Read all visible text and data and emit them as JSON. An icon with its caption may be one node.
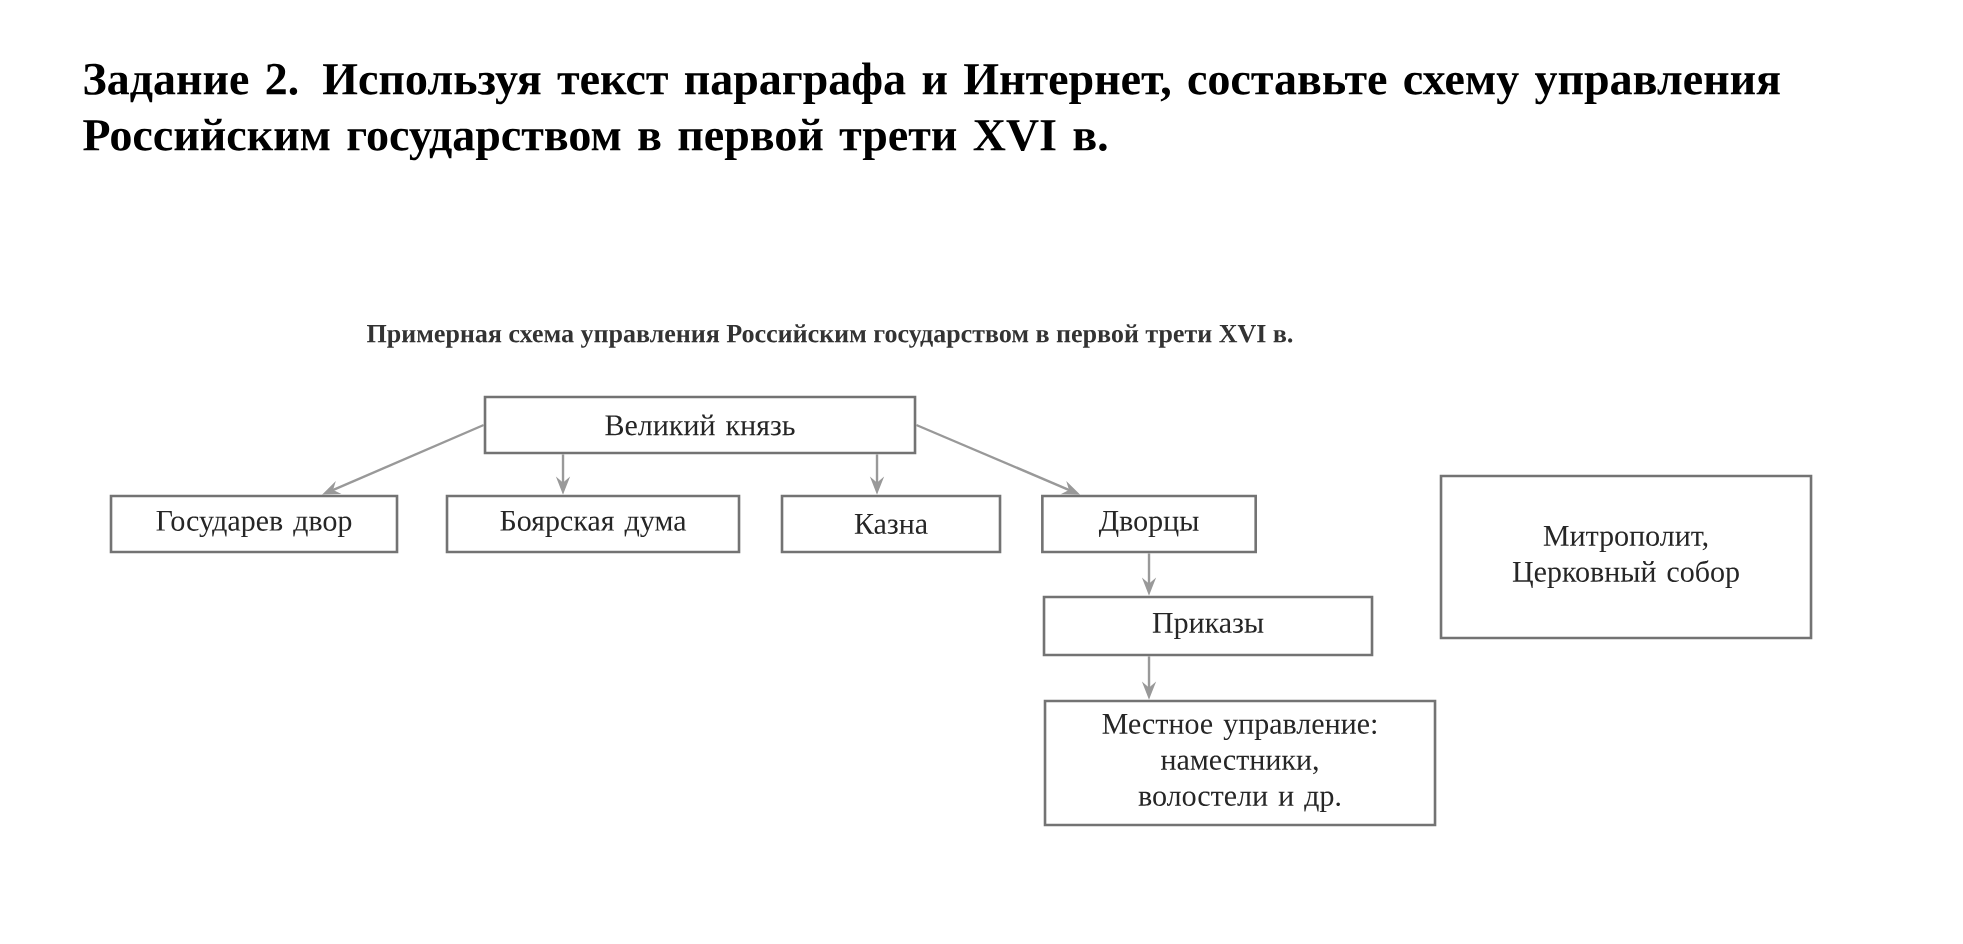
{
  "diagram": {
    "title": "Задание 2. Используя текст параграфа и Интернет, составьте схему управления Российским государством в первой трети XVI в.",
    "nodes": [
      {
        "text": [
          "Великий князь"
        ]
      },
      {
        "text": [
          "Государев двор"
        ]
      },
      {
        "text": [
          "Боярская дума"
        ]
      },
      {
        "text": [
          "Казна"
        ]
      },
      {
        "text": [
          "Дворцы"
        ]
      },
      {
        "text": [
          "Приказы"
        ]
      },
      {
        "text": [
          "Местное управление: наместники, волостели и др."
        ]
      },
      {
        "text": [
          "Митрополит, Церковный собор"
        ]
      }
    ],
    "edges": [
      {
        "from": 0,
        "to": 1,
        "arrow": "to"
      },
      {
        "from": 0,
        "to": 2,
        "arrow": "to"
      },
      {
        "from": 0,
        "to": 3,
        "arrow": "to"
      },
      {
        "from": 0,
        "to": 4,
        "arrow": "to"
      },
      {
        "from": 4,
        "to": 5,
        "arrow": "to"
      },
      {
        "from": 5,
        "to": 6,
        "arrow": "to"
      }
    ],
    "labels": [
      "Примерная схема управления Российским государством в первой трети XVI в."
    ]
  }
}
